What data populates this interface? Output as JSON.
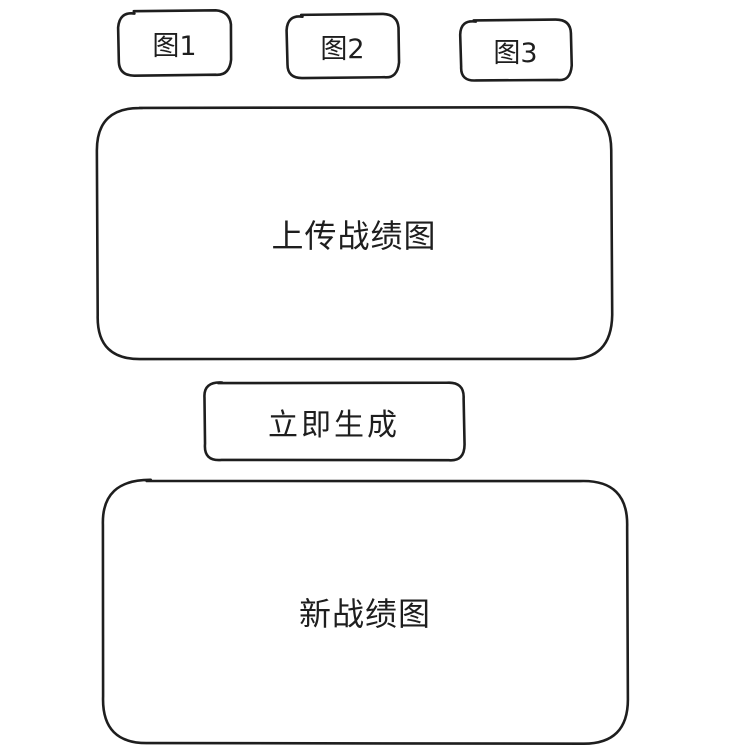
{
  "tabs": [
    {
      "label": "图1"
    },
    {
      "label": "图2"
    },
    {
      "label": "图3"
    }
  ],
  "upload": {
    "label": "上传战绩图"
  },
  "generate_button": {
    "label": "立即生成"
  },
  "result": {
    "label": "新战绩图"
  },
  "colors": {
    "stroke": "#1e1e1e",
    "background": "#ffffff"
  }
}
